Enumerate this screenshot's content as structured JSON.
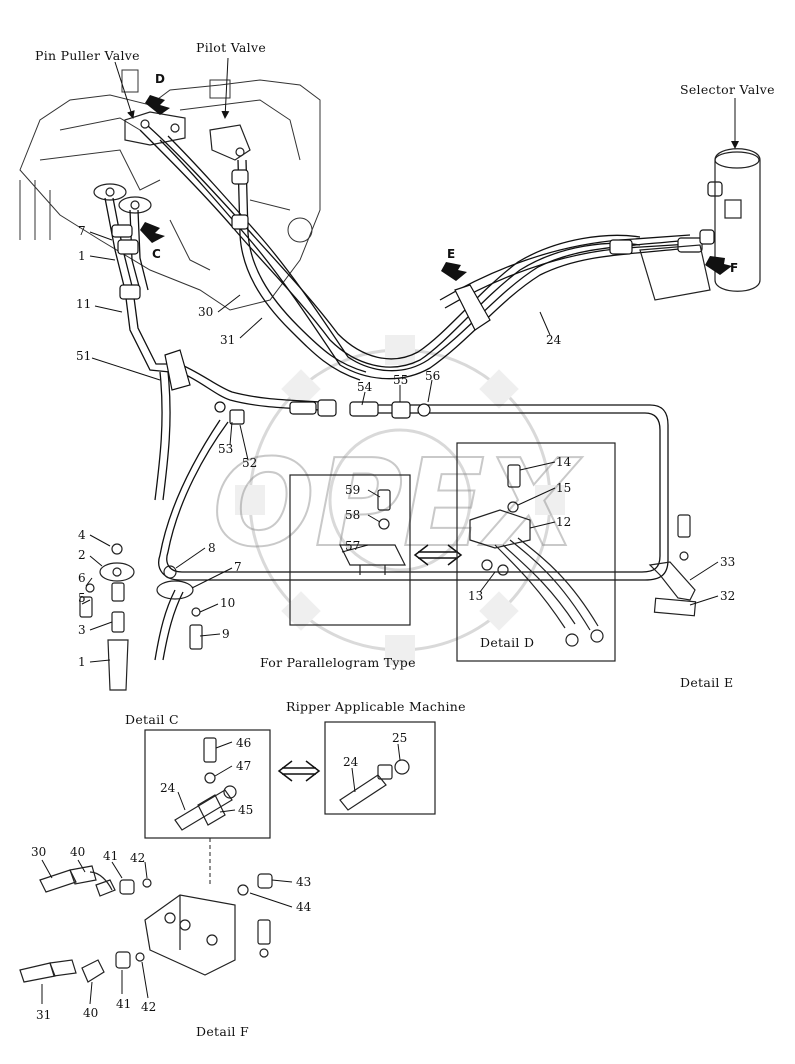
{
  "titles": {
    "pin_puller_valve": "Pin Puller Valve",
    "pilot_valve": "Pilot Valve",
    "selector_valve": "Selector Valve",
    "for_parallelogram_type": "For Parallelogram Type",
    "ripper_applicable_machine": "Ripper Applicable Machine",
    "detail_c": "Detail C",
    "detail_d": "Detail D",
    "detail_e": "Detail E",
    "detail_f": "Detail F"
  },
  "view_arrows": {
    "c": "C",
    "d": "D",
    "e": "E",
    "f": "F"
  },
  "watermark": "OPEX",
  "part_numbers": {
    "p7a": "7",
    "p1a": "1",
    "p11": "11",
    "p51": "51",
    "p30a": "30",
    "p31a": "31",
    "p24a": "24",
    "p54": "54",
    "p55": "55",
    "p56": "56",
    "p53": "53",
    "p52": "52",
    "p4": "4",
    "p2": "2",
    "p6": "6",
    "p5": "5",
    "p3": "3",
    "p1b": "1",
    "p8": "8",
    "p7b": "7",
    "p10": "10",
    "p9": "9",
    "p59": "59",
    "p58": "58",
    "p57": "57",
    "p14": "14",
    "p15": "15",
    "p12": "12",
    "p13": "13",
    "p33": "33",
    "p32": "32",
    "p46": "46",
    "p47": "47",
    "p24b": "24",
    "p45": "45",
    "p24c": "24",
    "p25": "25",
    "p30b": "30",
    "p40a": "40",
    "p41a": "41",
    "p42a": "42",
    "p43": "43",
    "p44": "44",
    "p31b": "31",
    "p40b": "40",
    "p41b": "41",
    "p42b": "42"
  }
}
